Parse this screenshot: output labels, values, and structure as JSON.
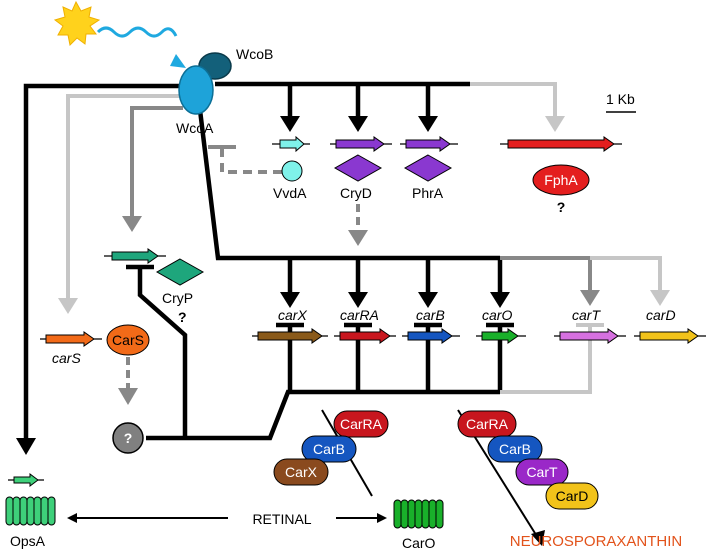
{
  "proteins": {
    "wcoa": "WcoA",
    "wcob": "WcoB",
    "vvda": "VvdA",
    "cryd": "CryD",
    "phra": "PhrA",
    "fpha": "FphA",
    "fpha_q": "?",
    "cryp": "CryP",
    "cryp_q": "?",
    "cars": "CarS",
    "unknown": "?",
    "opsa": "OpsA",
    "caro": "CarO"
  },
  "genes": {
    "carX": "carX",
    "carRA": "carRA",
    "carB": "carB",
    "carO": "carO",
    "carT": "carT",
    "carD": "carD",
    "carS": "carS"
  },
  "scale": "1 Kb",
  "pathway1": [
    "CarRA",
    "CarB",
    "CarX"
  ],
  "pathway2": [
    "CarRA",
    "CarB",
    "CarT",
    "CarD"
  ],
  "retinal": "RETINAL",
  "neurosporaxanthin": "NEUROSPORAXANTHIN",
  "colors": {
    "wco": "#1ea3d9",
    "wcob": "#13607a",
    "vvda": "#7ff2ea",
    "cry": "#8a38d0",
    "fpha": "#e41e1e",
    "cryp": "#1ea67c",
    "cars": "#f26a18",
    "opsa": "#3ed07a",
    "carx": "#8a5a1a",
    "carra": "#c8161e",
    "carb": "#1556c0",
    "carT": "#9a28c8",
    "carD": "#f2c31a",
    "caro": "#19b02a",
    "nx": "#e2531b"
  }
}
